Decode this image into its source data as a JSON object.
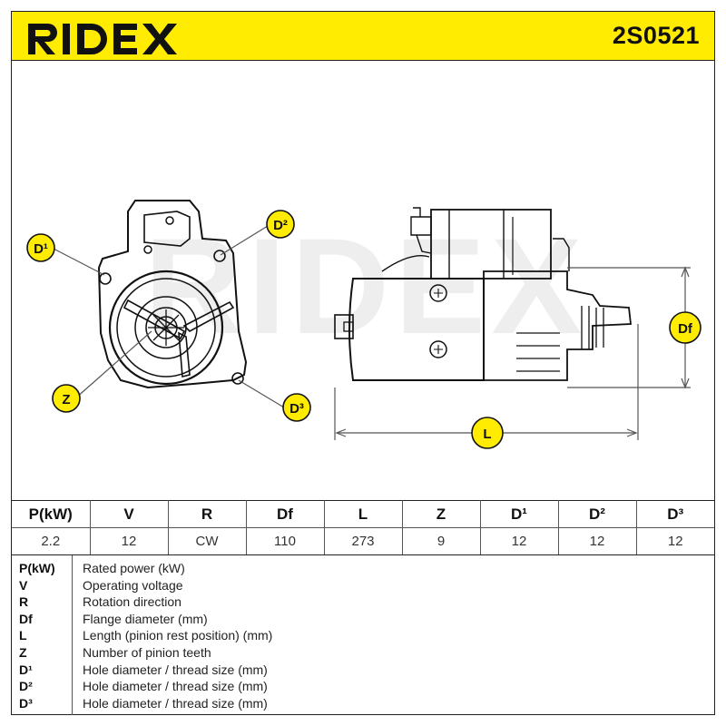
{
  "brand": {
    "name": "RIDEX",
    "accent_color": "#ffec00",
    "watermark": "RIDEX"
  },
  "part_number": "2S0521",
  "drawing": {
    "callouts": [
      {
        "id": "d1",
        "text": "D¹"
      },
      {
        "id": "d2",
        "text": "D²"
      },
      {
        "id": "d3",
        "text": "D³"
      },
      {
        "id": "z",
        "text": "Z"
      },
      {
        "id": "df",
        "text": "Df"
      },
      {
        "id": "l",
        "text": "L"
      }
    ]
  },
  "specs": {
    "headers": [
      "P(kW)",
      "V",
      "R",
      "Df",
      "L",
      "Z",
      "D¹",
      "D²",
      "D³"
    ],
    "values": [
      "2.2",
      "12",
      "CW",
      "110",
      "273",
      "9",
      "12",
      "12",
      "12"
    ]
  },
  "legend": [
    {
      "key": "P(kW)",
      "desc": "Rated power (kW)"
    },
    {
      "key": "V",
      "desc": "Operating voltage"
    },
    {
      "key": "R",
      "desc": "Rotation direction"
    },
    {
      "key": "Df",
      "desc": "Flange diameter (mm)"
    },
    {
      "key": "L",
      "desc": "Length (pinion rest position) (mm)"
    },
    {
      "key": "Z",
      "desc": "Number of pinion teeth"
    },
    {
      "key": "D¹",
      "desc": "Hole diameter / thread size (mm)"
    },
    {
      "key": "D²",
      "desc": "Hole diameter / thread size (mm)"
    },
    {
      "key": "D³",
      "desc": "Hole diameter / thread size (mm)"
    }
  ]
}
